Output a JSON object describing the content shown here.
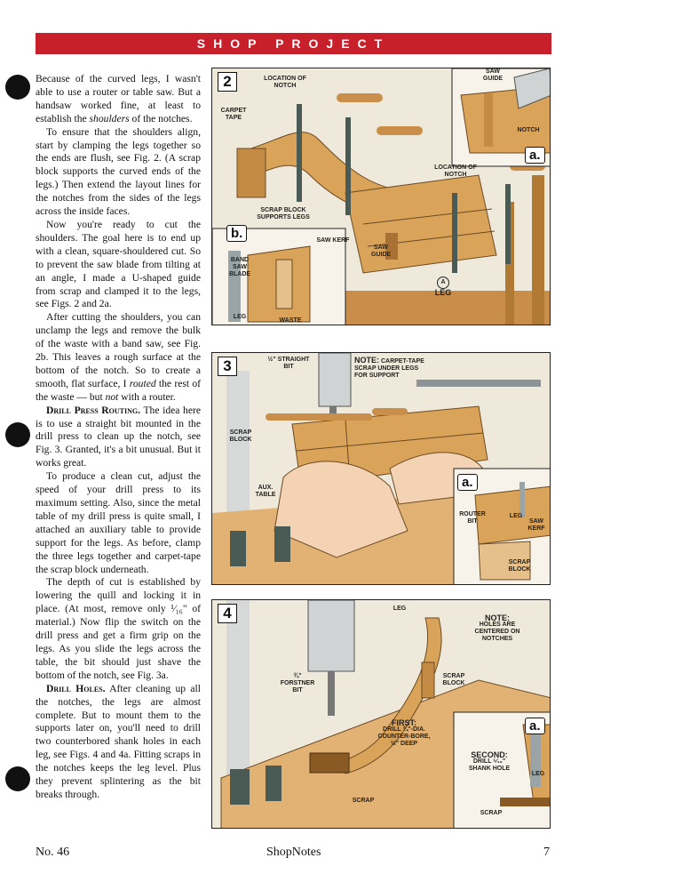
{
  "header": {
    "banner": "SHOP PROJECT"
  },
  "article": {
    "p1": "Because of the curved legs, I wasn't able to use a router or table saw. But a handsaw worked fine, at least to establish the ",
    "p1_em": "shoulders",
    "p1_end": " of the notches.",
    "p2": "To ensure that the shoulders align, start by clamping the legs together so the ends are flush, see Fig. 2. (A scrap block supports the curved ends of the legs.) Then extend the layout lines for the notches from the sides of the legs across the inside faces.",
    "p3": "Now you're ready to cut the shoulders. The goal here is to end up with a clean, square-shouldered cut. So to prevent the saw blade from tilting at an angle, I made a U-shaped guide from scrap and clamped it to the legs, see Figs. 2 and 2a.",
    "p4": "After cutting the shoulders, you can unclamp the legs and remove the bulk of the waste with a band saw, see Fig. 2b. This leaves a rough surface at the bottom of the notch. So to create a smooth, flat surface, I ",
    "p4_em1": "routed",
    "p4_mid": " the rest of the waste — but ",
    "p4_em2": "not",
    "p4_end": " with a router.",
    "p5_head": "Drill Press Routing.",
    "p5": " The idea here is to use a straight bit mounted in the drill press to clean up the notch, see Fig. 3. Granted, it's a bit unusual. But it works great.",
    "p6": "To produce a clean cut, adjust the speed of your drill press to its maximum setting. Also, since the metal table of my drill press is quite small, I attached an auxiliary table to provide support for the legs. As before, clamp the three legs together and carpet-tape the scrap block underneath.",
    "p7": "The depth of cut is established by lowering the quill and locking it in place. (At most, remove only ¹⁄₁₆\" of material.) Now flip the switch on the drill press and get a firm grip on the legs. As you slide the legs across the table, the bit should just shave the bottom of the notch, see Fig. 3a.",
    "p8_head": "Drill Holes.",
    "p8": " After cleaning up all the notches, the legs are almost complete. But to mount them to the supports later on, you'll need to drill two counterbored shank holes in each leg, see Figs. 4 and 4a. Fitting scraps in the notches keeps the leg level. Plus they prevent splintering as the bit breaks through."
  },
  "fig2": {
    "number": "2",
    "location_notch_1": "LOCATION OF NOTCH",
    "carpet_tape": "CARPET TAPE",
    "scrap_block": "SCRAP BLOCK SUPPORTS LEGS",
    "location_notch_2": "LOCATION OF NOTCH",
    "saw_guide_inset": "SAW GUIDE",
    "notch": "NOTCH",
    "inset_a": "a.",
    "inset_b": "b.",
    "band_saw_blade": "BAND SAW BLADE",
    "saw_kerf": "SAW KERF",
    "saw_guide": "SAW GUIDE",
    "leg_a": "A",
    "leg": "LEG",
    "leg_b": "LEG",
    "waste": "WASTE"
  },
  "fig3": {
    "number": "3",
    "straight_bit": "½\" STRAIGHT BIT",
    "note_head": "NOTE:",
    "note": "CARPET-TAPE SCRAP UNDER LEGS FOR SUPPORT",
    "scrap_block": "SCRAP BLOCK",
    "aux_table": "AUX. TABLE",
    "inset_a": "a.",
    "router_bit": "ROUTER BIT",
    "leg": "LEG",
    "saw_kerf": "SAW KERF",
    "scrap_block_inset": "SCRAP BLOCK"
  },
  "fig4": {
    "number": "4",
    "leg": "LEG",
    "note_head": "NOTE:",
    "note": "HOLES ARE CENTERED ON NOTCHES",
    "forstner_bit": "¾\" FORSTNER BIT",
    "scrap_block": "SCRAP BLOCK",
    "first_head": "FIRST:",
    "first": "DRILL ¾\"-DIA. COUNTER-BORE, ½\" DEEP",
    "scrap": "SCRAP",
    "inset_a": "a.",
    "second_head": "SECOND:",
    "second": "DRILL ⁵⁄₁₆\" SHANK HOLE",
    "leg_inset": "LEG",
    "scrap_inset": "SCRAP"
  },
  "footer": {
    "issue": "No. 46",
    "magazine": "ShopNotes",
    "page": "7"
  },
  "colors": {
    "banner": "#c7202b",
    "wood": "#d9a35a",
    "wood_dark": "#b07a35",
    "clamp": "#4a5a55",
    "handle": "#c98f4a"
  }
}
